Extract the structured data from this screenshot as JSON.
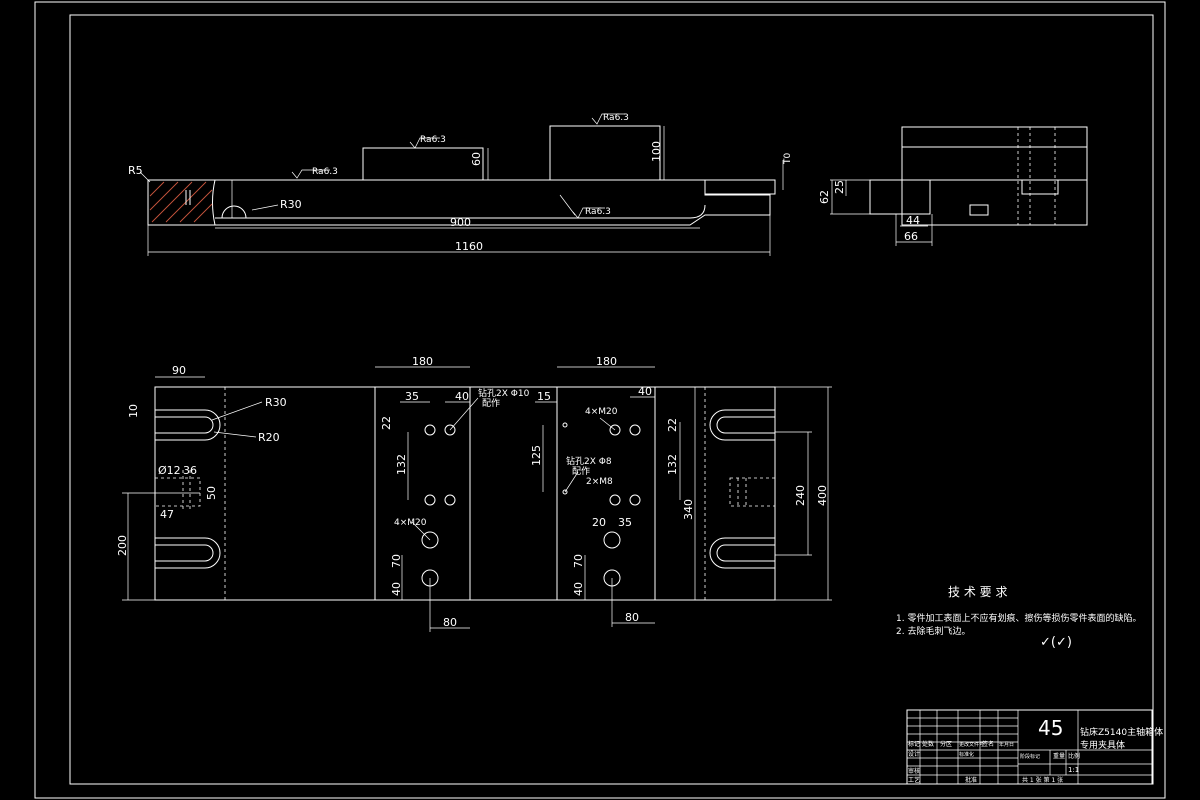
{
  "colors": {
    "background": "#000000",
    "line": "#ffffff",
    "hatch": "#c8553d"
  },
  "front_view": {
    "r5": "R5",
    "r30": "R30",
    "dim_60": "60",
    "dim_100": "100",
    "dim_900": "900",
    "dim_1160": "1160",
    "surface_finish": "Ra6.3",
    "mark_tr": "T0"
  },
  "side_view": {
    "dim_62": "62",
    "dim_25": "25",
    "dim_44": "44",
    "dim_66": "66"
  },
  "plan_view": {
    "dim_90": "90",
    "dim_10": "10",
    "r30": "R30",
    "r20": "R20",
    "dia12": "Ø12",
    "dim_36": "36",
    "dim_50": "50",
    "dim_47": "47",
    "dim_200": "200",
    "left_pad": {
      "dim_180": "180",
      "dim_35": "35",
      "dim_40": "40",
      "dim_22": "22",
      "dim_132": "132",
      "dim_70": "70",
      "dim_40b": "40",
      "dim_80": "80",
      "hole_note": "钻孔2X Φ10",
      "hole_note_2": "配作",
      "thread_note": "4×M20"
    },
    "right_pad": {
      "dim_180": "180",
      "dim_15": "15",
      "dim_40": "40",
      "dim_125": "125",
      "dim_22": "22",
      "dim_132": "132",
      "dim_20": "20",
      "dim_35": "35",
      "dim_70": "70",
      "dim_40b": "40",
      "dim_80": "80",
      "dim_340": "340",
      "thread_note": "4×M20",
      "hole_note": "钻孔2X Φ8",
      "hole_note_2": "配作",
      "thread_note_2": "2×M8"
    },
    "dim_240": "240",
    "dim_400": "400"
  },
  "tech_requirements": {
    "title": "技 术 要 求",
    "line1": "1. 零件加工表面上不应有划痕、擦伤等损伤零件表面的缺陷。",
    "line2": "2. 去除毛刺飞边。",
    "roughness": "✓(✓)"
  },
  "title_block": {
    "material": "45",
    "name_line1": "钻床Z5140主轴箱体",
    "name_line2": "专用夹具体",
    "cells": [
      "标记",
      "处数",
      "分区",
      "更改文件号",
      "签名",
      "年月日",
      "设计",
      "标准化",
      "阶段标记",
      "重量",
      "比例",
      "审核",
      "工艺",
      "批准"
    ],
    "scale": "1:1",
    "sheets": "共 1 张  第 1 张"
  }
}
